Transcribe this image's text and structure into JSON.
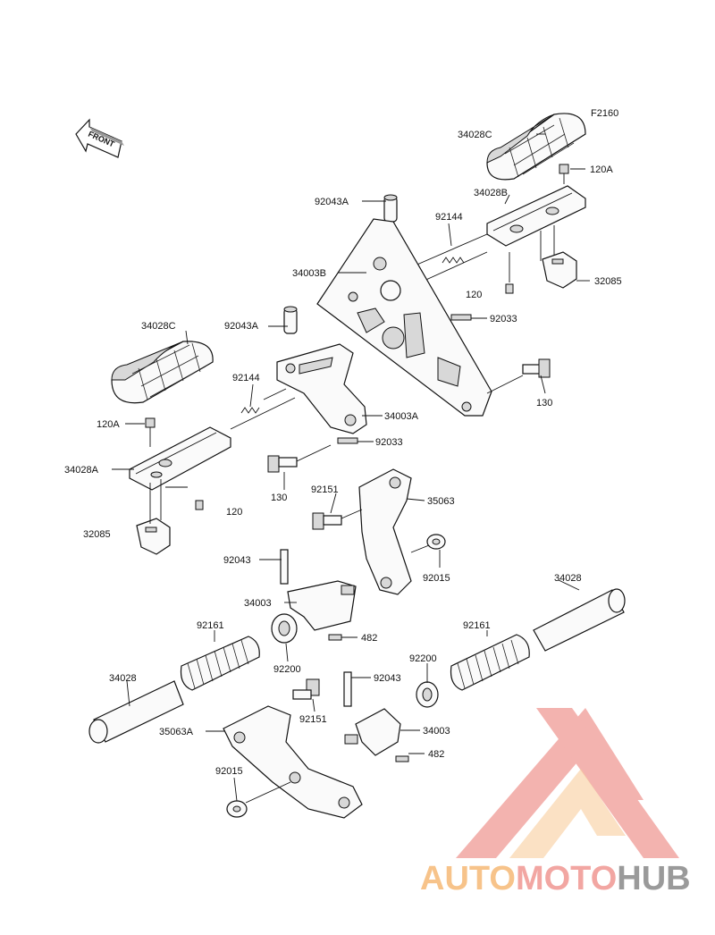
{
  "diagram": {
    "code": "F2160",
    "front_label": "FRONT",
    "labels": {
      "l_34028C_r": "34028C",
      "l_120A_r": "120A",
      "l_34028B": "34028B",
      "l_92043A_r": "92043A",
      "l_92144_r": "92144",
      "l_34003B": "34003B",
      "l_120_r": "120",
      "l_32085_r": "32085",
      "l_92033_r": "92033",
      "l_130_r": "130",
      "l_34028C_l": "34028C",
      "l_92043A_l": "92043A",
      "l_92144_l": "92144",
      "l_34003A": "34003A",
      "l_120A_l": "120A",
      "l_92033_l": "92033",
      "l_34028A": "34028A",
      "l_130_l": "130",
      "l_120_l": "120",
      "l_32085_l": "32085",
      "l_92151_t": "92151",
      "l_35063": "35063",
      "l_92043_l": "92043",
      "l_92015_t": "92015",
      "l_34003_t": "34003",
      "l_34028_r": "34028",
      "l_92161_l": "92161",
      "l_92161_r": "92161",
      "l_482_t": "482",
      "l_92200_l": "92200",
      "l_92200_r": "92200",
      "l_34028_l": "34028",
      "l_92043_r": "92043",
      "l_92151_b": "92151",
      "l_35063A": "35063A",
      "l_34003_b": "34003",
      "l_482_b": "482",
      "l_92015_b": "92015"
    }
  },
  "watermark": {
    "text_part1": "AUTO",
    "text_part2": "MOTO",
    "text_part3": "HUB",
    "colors": {
      "orange": "#f7c38a",
      "red": "#f2a6a2",
      "gray": "#9a9a9a"
    }
  }
}
